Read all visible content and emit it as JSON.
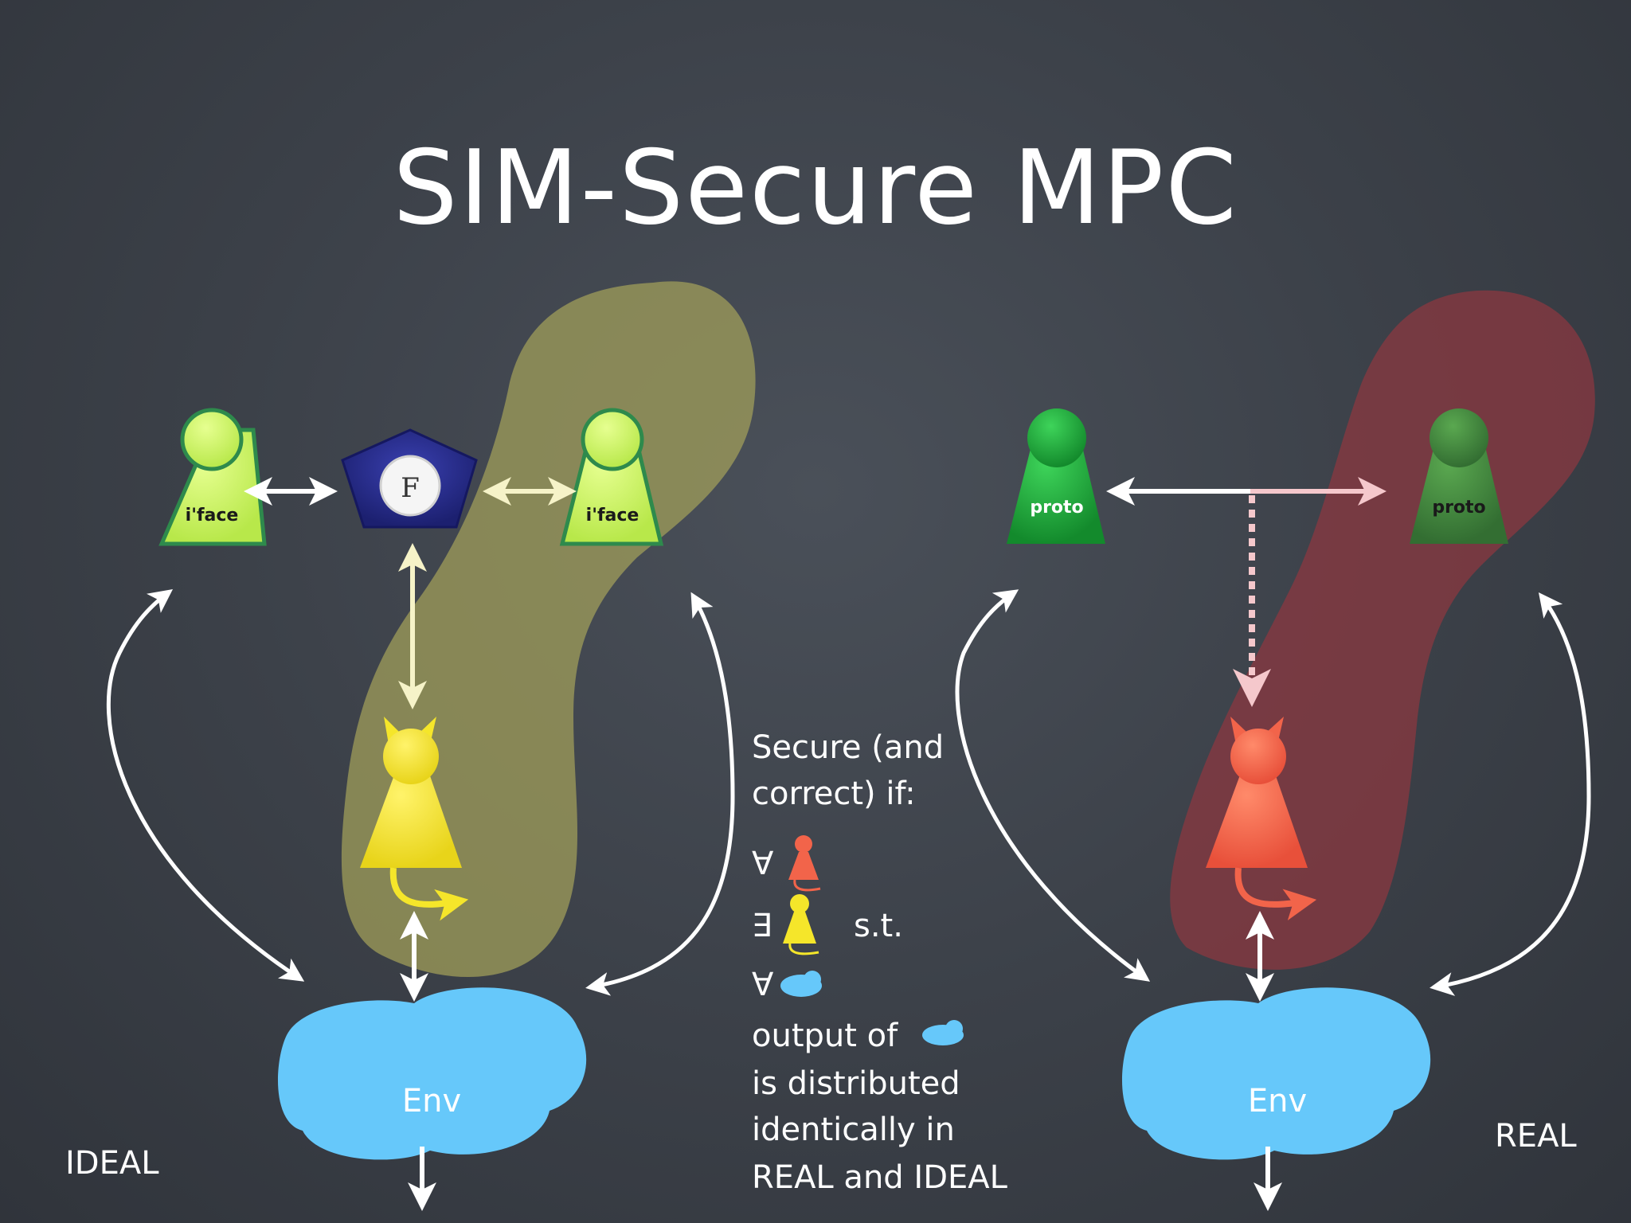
{
  "title": "SIM-Secure MPC",
  "ideal": {
    "label": "IDEAL",
    "party_left_label": "i'face",
    "party_right_label": "i'face",
    "functionality_label": "F",
    "env_label": "Env"
  },
  "real": {
    "label": "REAL",
    "party_left_label": "proto",
    "party_right_label": "proto",
    "env_label": "Env"
  },
  "condition": {
    "line1": "Secure (and",
    "line2": "correct) if:",
    "forall_symbol": "∀",
    "exists_symbol": "∃",
    "such_that": "s.t.",
    "forall_env_symbol": "∀",
    "output_of": "output of",
    "line_dist": "is distributed",
    "line_ident": "identically in",
    "line_final": "REAL and IDEAL"
  },
  "colors": {
    "background": "#3c4149",
    "ideal_party_fill": "#ccf564",
    "ideal_party_stroke": "#2a7a4a",
    "real_party_fill": "#1fa83c",
    "real_party_right_fill": "#3f8a3c",
    "functionality_fill": "#2a2f8f",
    "ideal_adversary_fill": "#f5e62a",
    "real_adversary_fill": "#f2644a",
    "env_fill": "#66c8fa",
    "ideal_blob": "#9a9a58",
    "real_blob": "#8a3a40",
    "arrow": "#ffffff"
  }
}
